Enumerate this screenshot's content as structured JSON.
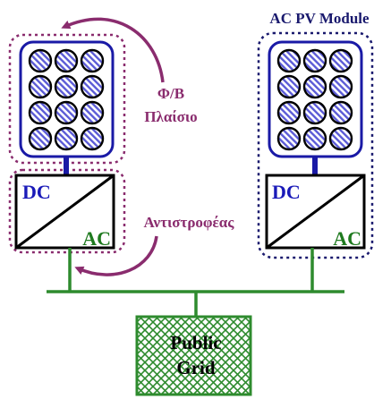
{
  "labels": {
    "ac_pv_module": "AC PV Module",
    "pv_panel_line1": "Φ/Β",
    "pv_panel_line2": "Πλαίσιο",
    "inverter": "Αντιστροφέας",
    "dc": "DC",
    "ac": "AC",
    "grid_line1": "Public",
    "grid_line2": "Grid"
  },
  "colors": {
    "panel_border": "#1a1aa6",
    "cell_fill": "#5b5bd6",
    "dashed_left": "#8a2c6e",
    "dashed_right": "#1a1a6e",
    "arrow": "#8a2c6e",
    "greek_text": "#8a2c6e",
    "dc_text": "#1a1ab8",
    "ac_text": "#1f7a1f",
    "wire_green": "#2e8b2e",
    "wire_blue": "#1a1aa6",
    "title_text": "#1a1a6e",
    "grid_fill": "#2e8b2e"
  }
}
